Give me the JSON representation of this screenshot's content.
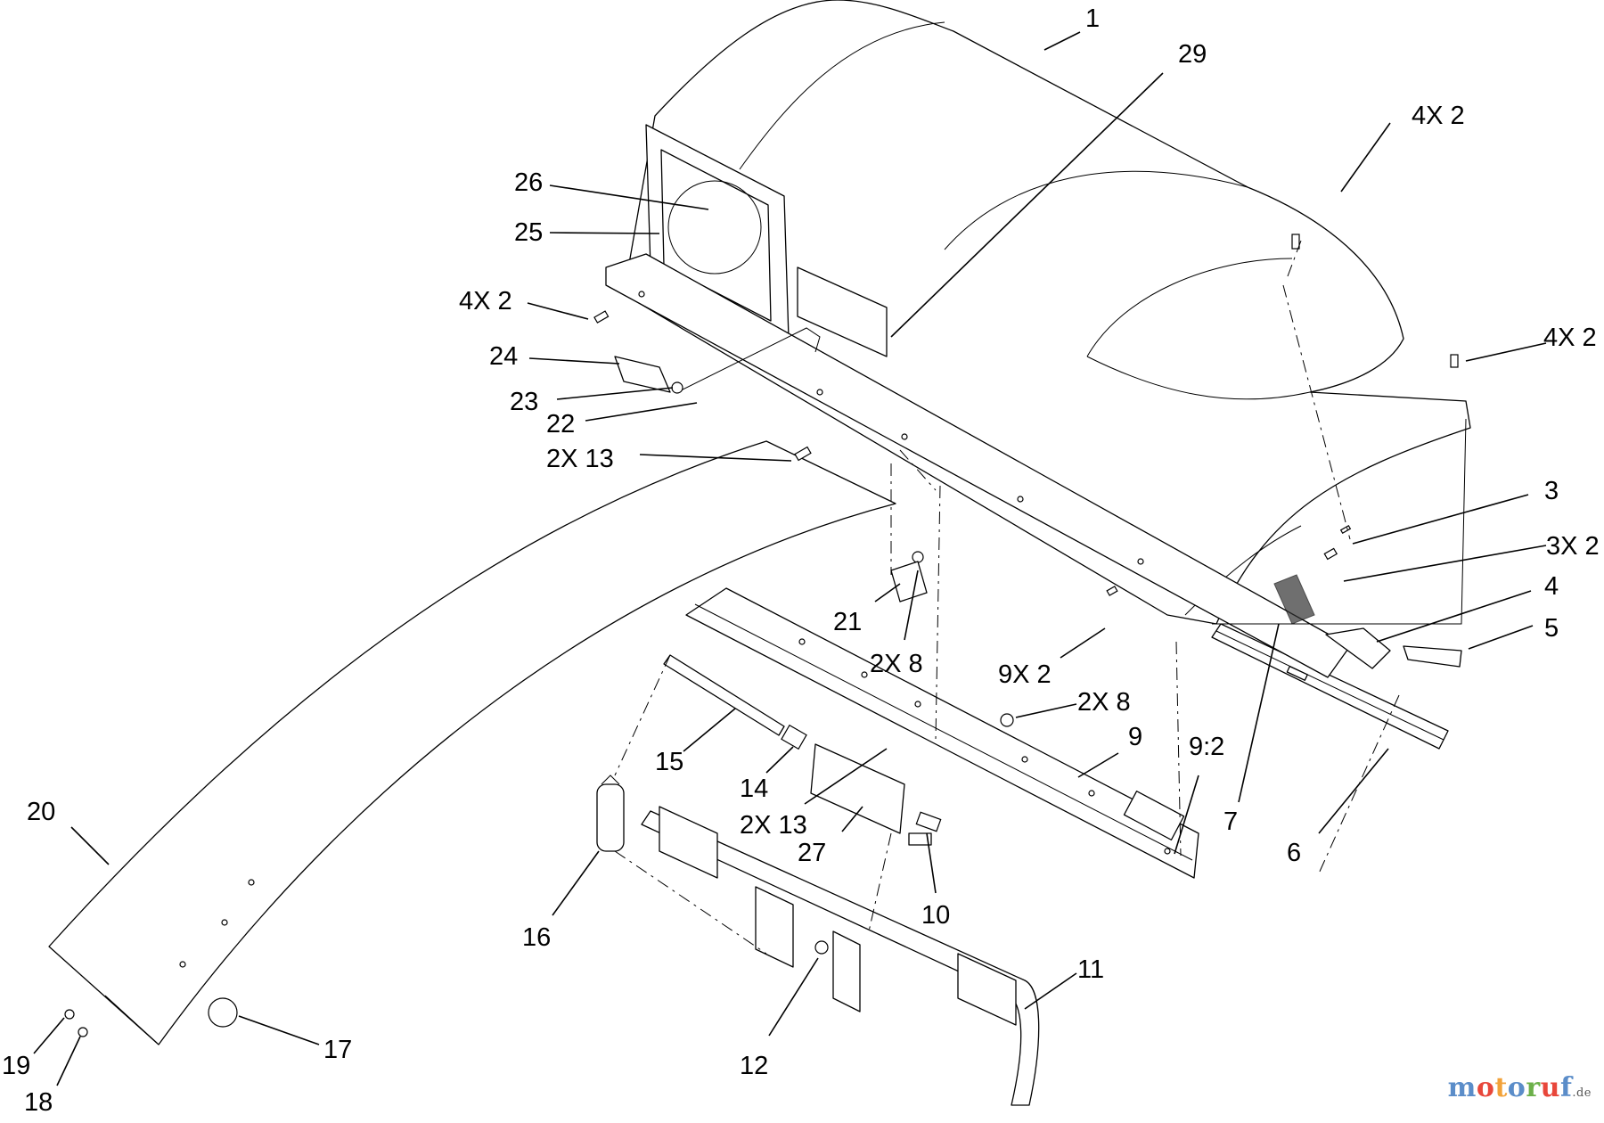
{
  "callouts": [
    {
      "id": "c-1",
      "text": "1"
    },
    {
      "id": "c-29",
      "text": "29"
    },
    {
      "id": "c-4x2-top",
      "text": "4X 2"
    },
    {
      "id": "c-26",
      "text": "26"
    },
    {
      "id": "c-25",
      "text": "25"
    },
    {
      "id": "c-4x2-left",
      "text": "4X 2"
    },
    {
      "id": "c-4x2-right",
      "text": "4X 2"
    },
    {
      "id": "c-24",
      "text": "24"
    },
    {
      "id": "c-23",
      "text": "23"
    },
    {
      "id": "c-22",
      "text": "22"
    },
    {
      "id": "c-2x13-top",
      "text": "2X 13"
    },
    {
      "id": "c-3",
      "text": "3"
    },
    {
      "id": "c-3x2",
      "text": "3X 2"
    },
    {
      "id": "c-4",
      "text": "4"
    },
    {
      "id": "c-5",
      "text": "5"
    },
    {
      "id": "c-21",
      "text": "21"
    },
    {
      "id": "c-2x8-a",
      "text": "2X 8"
    },
    {
      "id": "c-9x2",
      "text": "9X 2"
    },
    {
      "id": "c-2x8-b",
      "text": "2X 8"
    },
    {
      "id": "c-9",
      "text": "9"
    },
    {
      "id": "c-9-2",
      "text": "9:2"
    },
    {
      "id": "c-7",
      "text": "7"
    },
    {
      "id": "c-6",
      "text": "6"
    },
    {
      "id": "c-15",
      "text": "15"
    },
    {
      "id": "c-14",
      "text": "14"
    },
    {
      "id": "c-2x13-mid",
      "text": "2X 13"
    },
    {
      "id": "c-27",
      "text": "27"
    },
    {
      "id": "c-20",
      "text": "20"
    },
    {
      "id": "c-16",
      "text": "16"
    },
    {
      "id": "c-10",
      "text": "10"
    },
    {
      "id": "c-11",
      "text": "11"
    },
    {
      "id": "c-12",
      "text": "12"
    },
    {
      "id": "c-17",
      "text": "17"
    },
    {
      "id": "c-19",
      "text": "19"
    },
    {
      "id": "c-18",
      "text": "18"
    }
  ],
  "watermark": {
    "brand": "motoruf",
    "tld": ".de",
    "colors": [
      "#5b8dc9",
      "#e8473b",
      "#f2a23a",
      "#5b8dc9",
      "#6cb04a",
      "#e8473b",
      "#5b8dc9"
    ]
  }
}
